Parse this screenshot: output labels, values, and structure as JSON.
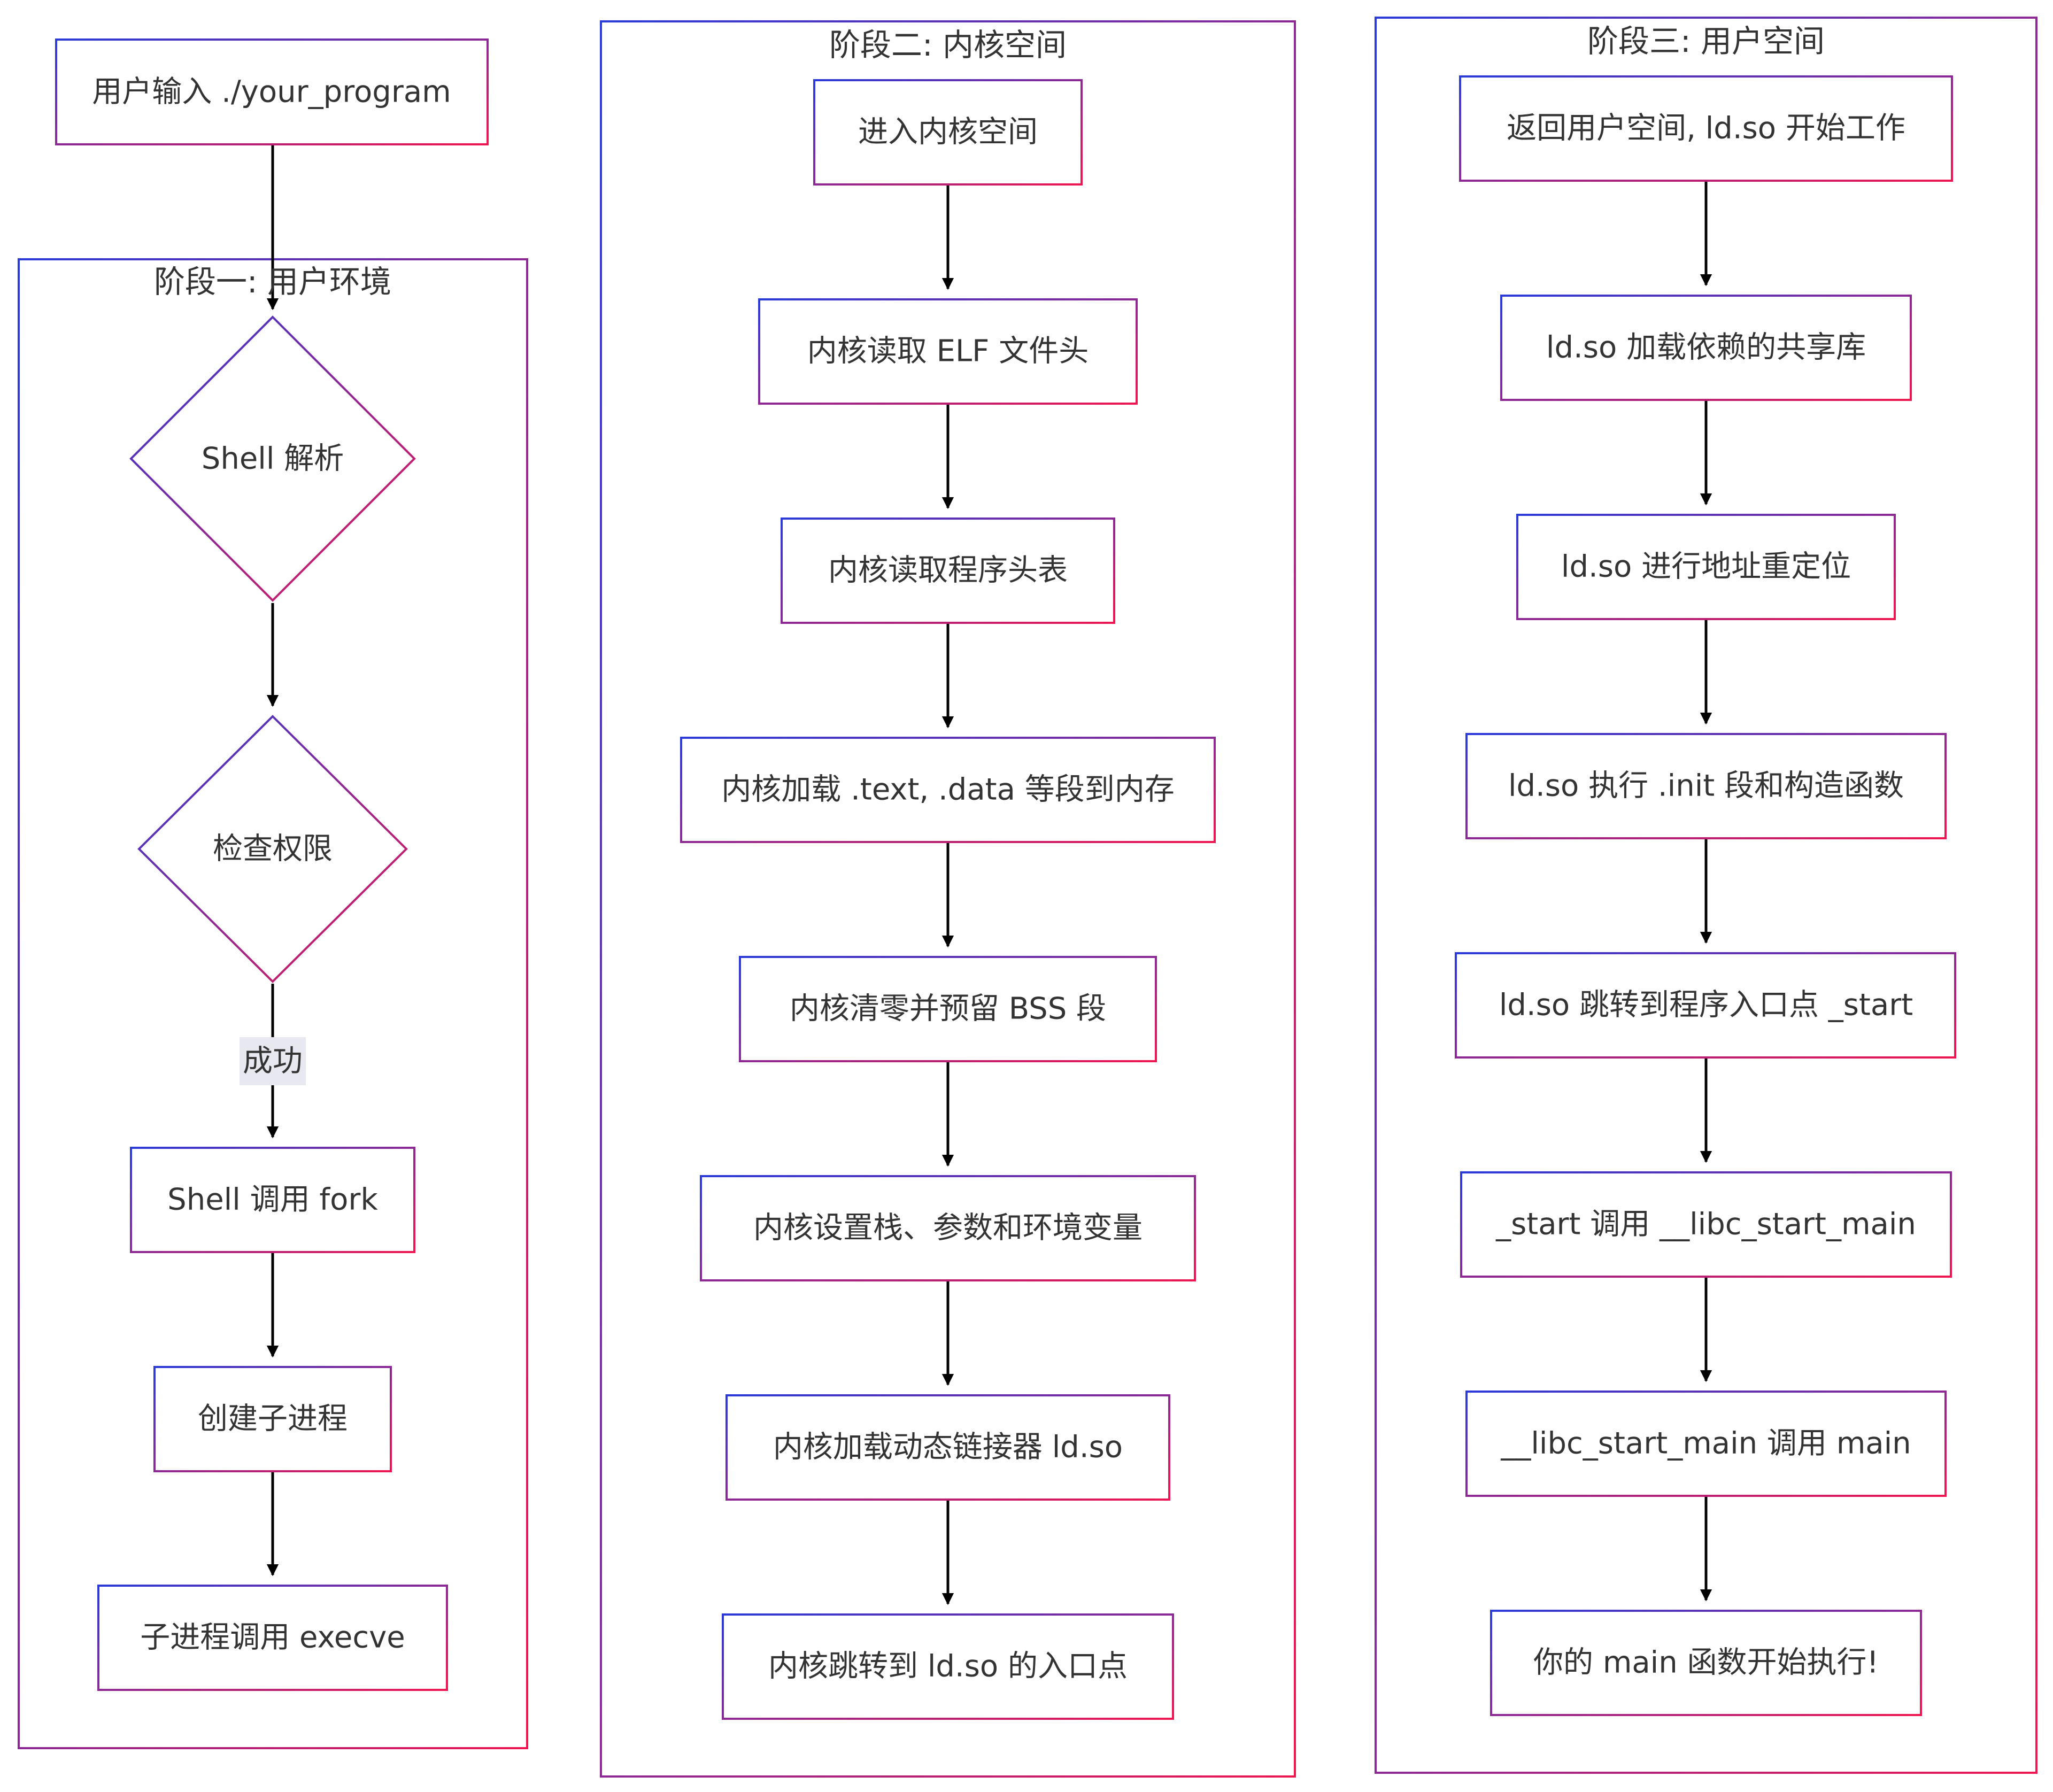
{
  "start_node": "用户输入 ./your_program",
  "phase1": {
    "title": "阶段一: 用户环境",
    "nodes": [
      "Shell 解析",
      "检查权限",
      "Shell 调用 fork",
      "创建子进程",
      "子进程调用 execve"
    ],
    "edge_label": "成功"
  },
  "phase2": {
    "title": "阶段二: 内核空间",
    "nodes": [
      "进入内核空间",
      "内核读取 ELF 文件头",
      "内核读取程序头表",
      "内核加载 .text, .data 等段到内存",
      "内核清零并预留 BSS 段",
      "内核设置栈、参数和环境变量",
      "内核加载动态链接器 ld.so",
      "内核跳转到 ld.so 的入口点"
    ]
  },
  "phase3": {
    "title": "阶段三: 用户空间",
    "nodes": [
      "返回用户空间, ld.so 开始工作",
      "ld.so 加载依赖的共享库",
      "ld.so 进行地址重定位",
      "ld.so 执行 .init 段和构造函数",
      "ld.so 跳转到程序入口点 _start",
      "_start 调用 __libc_start_main",
      "__libc_start_main 调用 main",
      "你的 main 函数开始执行!"
    ]
  },
  "colors": {
    "gradient_start": "#2a3bd9",
    "gradient_end": "#ee1650",
    "text": "#333333",
    "edge": "#000000",
    "edge_label_bg": "#e8e8f0"
  }
}
